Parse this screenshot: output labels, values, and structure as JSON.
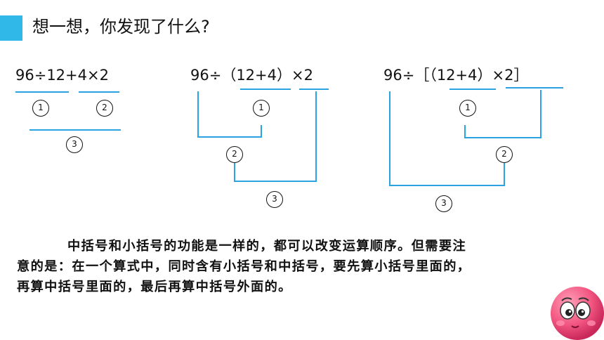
{
  "title": "想一想，你发现了什么?",
  "expressions": {
    "e1": "96÷12+4×2",
    "e2": "96÷（12+4）×2",
    "e3": "96÷［（12+4）×2］"
  },
  "step_labels": {
    "one": "1",
    "two": "2",
    "three": "3"
  },
  "conclusion": {
    "line1": "中括号和小括号的功能是一样的，都可以改变运算顺序。但需要注",
    "line2": "意的是：在一个算式中，同时含有小括号和中括号，要先算小括号里面的，",
    "line3": "再算中括号里面的，最后再算中括号外面的。"
  },
  "colors": {
    "accent": "#2fb8e8",
    "line": "#2aa3e0",
    "mascot": "#f25580"
  },
  "icons": {
    "mascot": "smiley-ball-icon"
  }
}
